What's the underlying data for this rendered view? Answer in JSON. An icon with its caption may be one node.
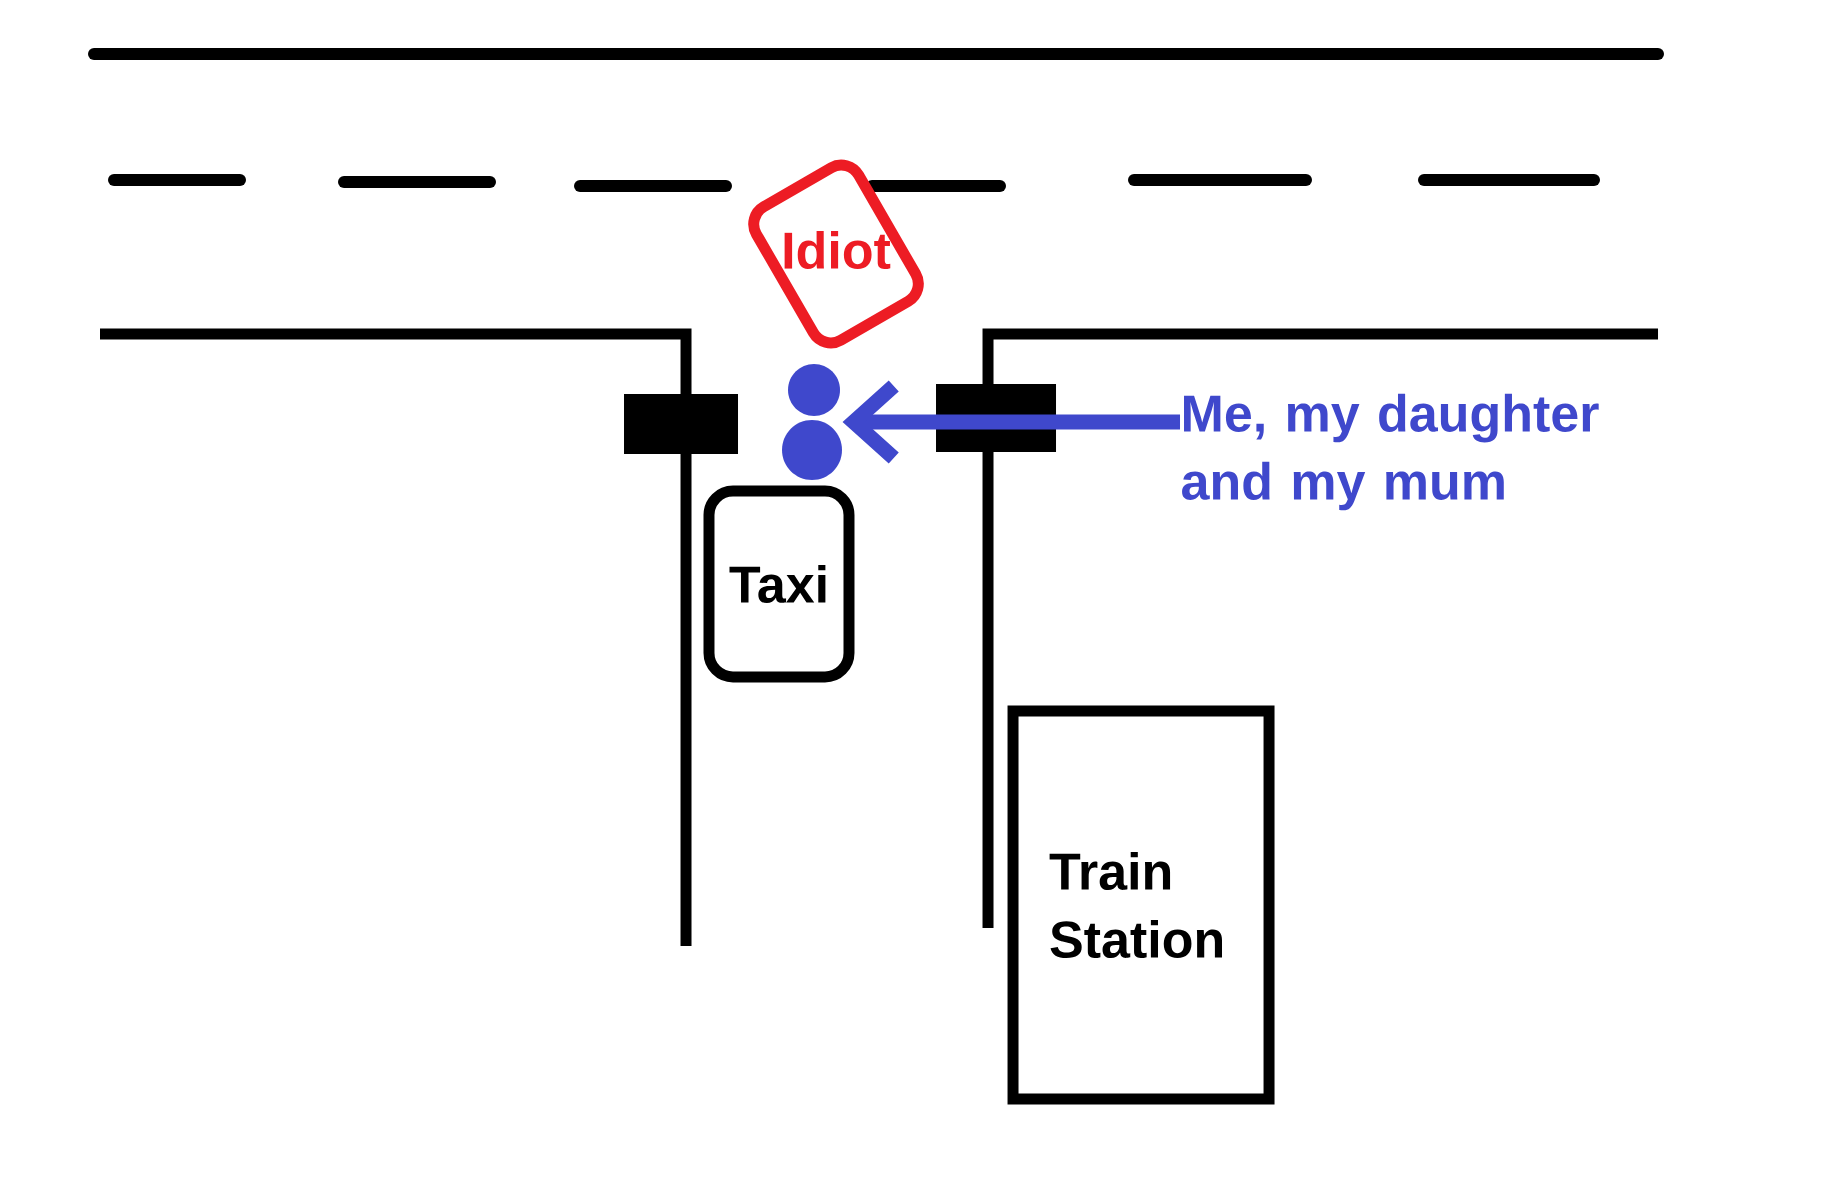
{
  "diagram": {
    "nodes": [
      {
        "text": [
          "Idiot"
        ]
      },
      {
        "text": [
          "Taxi"
        ]
      },
      {
        "text": [
          "Train Station"
        ]
      },
      {
        "text": [
          "Me, my daughter and my mum"
        ]
      },
      {
        "text": [],
        "shape": "circle"
      }
    ],
    "edges": [
      {
        "from": 3,
        "to": 4,
        "arrow": "to",
        "color": "#3f48cc"
      }
    ]
  }
}
